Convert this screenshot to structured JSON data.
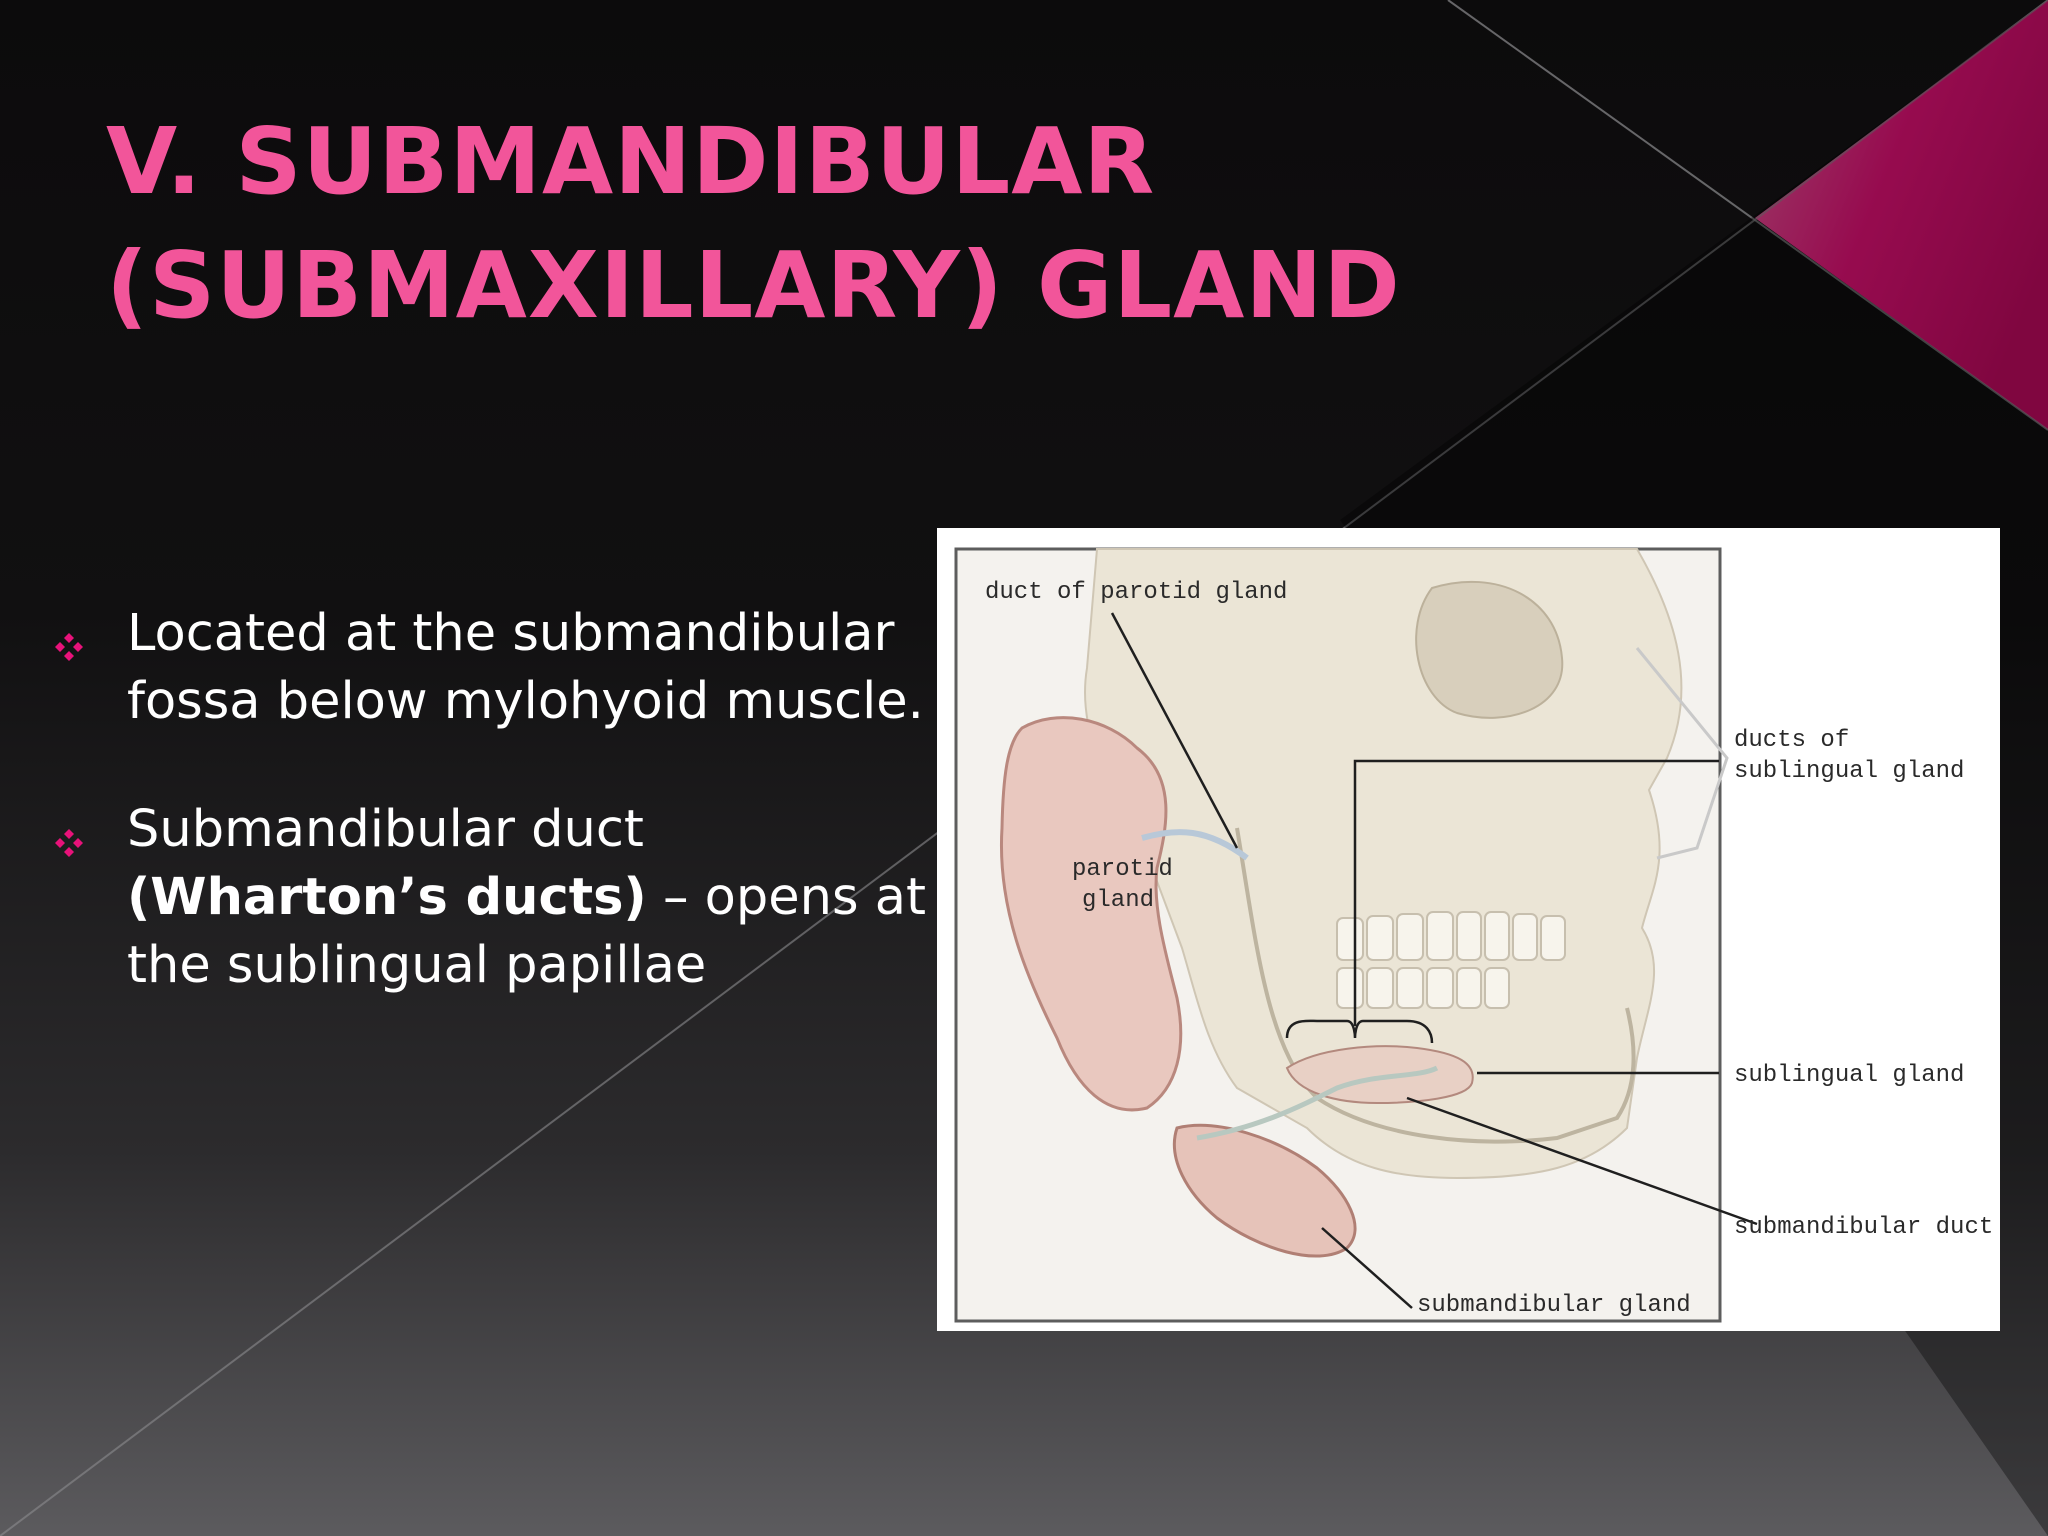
{
  "slide": {
    "title_line1": "V.  SUBMANDIBULAR",
    "title_line2": "(SUBMAXILLARY) GLAND",
    "title_color": "#f2559a",
    "accent_color": "#e8127a",
    "bullets": [
      {
        "text": "Located at the submandibular fossa below mylohyoid muscle."
      },
      {
        "text_before": "Submandibular duct ",
        "text_bold": "(Wharton’s ducts)",
        "text_after": " – opens at the sublingual papillae"
      }
    ],
    "bullet_icon": "four-diamond-icon"
  },
  "figure": {
    "labels": {
      "duct_of_parotid": "duct of parotid gland",
      "ducts_of_sublingual_1": "ducts of",
      "ducts_of_sublingual_2": "sublingual gland",
      "parotid_1": "parotid",
      "parotid_2": "gland",
      "sublingual": "sublingual gland",
      "submandibular_duct": "submandibular duct",
      "submandibular_gland": "submandibular gland"
    }
  }
}
